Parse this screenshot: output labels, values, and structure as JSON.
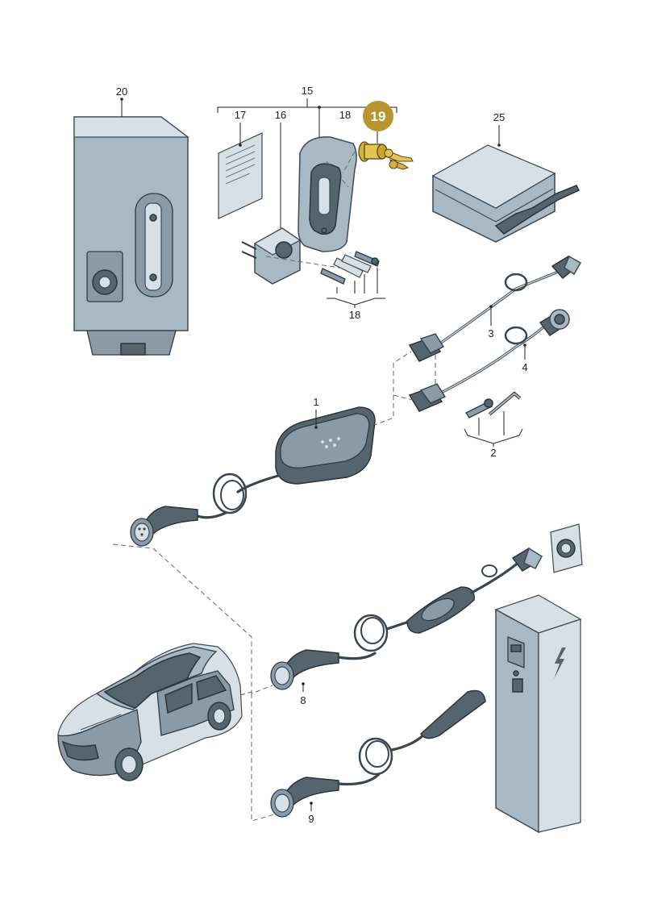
{
  "callouts": {
    "p1": "1",
    "p2": "2",
    "p3": "3",
    "p4": "4",
    "p8": "8",
    "p9": "9",
    "p15": "15",
    "p16": "16",
    "p17": "17",
    "p18a": "18",
    "p18b": "18",
    "p19": "19",
    "p20": "20",
    "p25": "25"
  },
  "colors": {
    "highlight_badge": "#b8952e",
    "part_fill": "#a9b9c4",
    "outline": "#3d4a54",
    "key_gold": "#d6b23c"
  }
}
